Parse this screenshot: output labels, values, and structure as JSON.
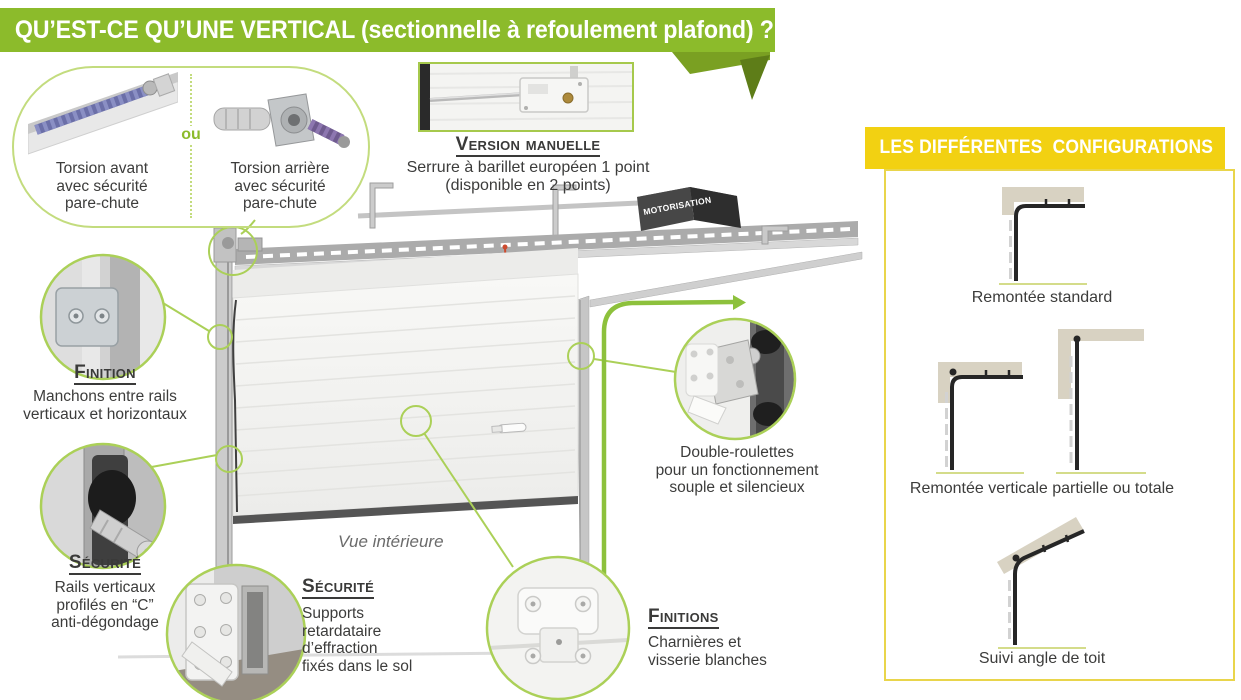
{
  "banner": {
    "title": "QU’EST-CE QU’UNE VERTICAL (sectionnelle à refoulement plafond) ?"
  },
  "torsion_box": {
    "front": {
      "lines": [
        "Torsion avant",
        "avec sécurité",
        "pare-chute"
      ]
    },
    "or": "ou",
    "rear": {
      "lines": [
        "Torsion arrière",
        "avec sécurité",
        "pare-chute"
      ]
    }
  },
  "manual_version": {
    "heading": "Version manuelle",
    "lines": [
      "Serrure à barillet européen 1 point",
      "(disponible en 2 points)"
    ]
  },
  "motor_label": "MOTORISATION",
  "interior_view": "Vue intérieure",
  "callouts": {
    "finition_rails": {
      "heading": "Finition",
      "lines": [
        "Manchons entre rails",
        "verticaux et horizontaux"
      ]
    },
    "securite_rails": {
      "heading": "Sécurité",
      "lines": [
        "Rails verticaux",
        "profilés en “C”",
        "anti-dégondage"
      ]
    },
    "securite_supports": {
      "heading": "Sécurité",
      "lines": [
        "Supports",
        "retardataire",
        "d’effraction",
        "fixés dans le sol"
      ]
    },
    "double_roulettes": {
      "lines": [
        "Double-roulettes",
        "pour un fonctionnement",
        "souple et silencieux"
      ]
    },
    "finitions_hinges": {
      "heading": "Finitions",
      "lines": [
        "Charnières et",
        "visserie blanches"
      ]
    }
  },
  "configurations": {
    "title": "LES DIFFÉRENTES  CONFIGURATIONS",
    "items": [
      {
        "label": "Remontée standard"
      },
      {
        "label": "Remontée verticale partielle ou totale"
      },
      {
        "label": "Suivi angle de toit"
      }
    ]
  },
  "colors": {
    "green": "#8cbb2b",
    "green_dark": "#5e7d18",
    "light_green": "#abd058",
    "yellow": "#f2d112",
    "beige": "#d8d2c2",
    "text_dark": "#3c3c3b"
  }
}
